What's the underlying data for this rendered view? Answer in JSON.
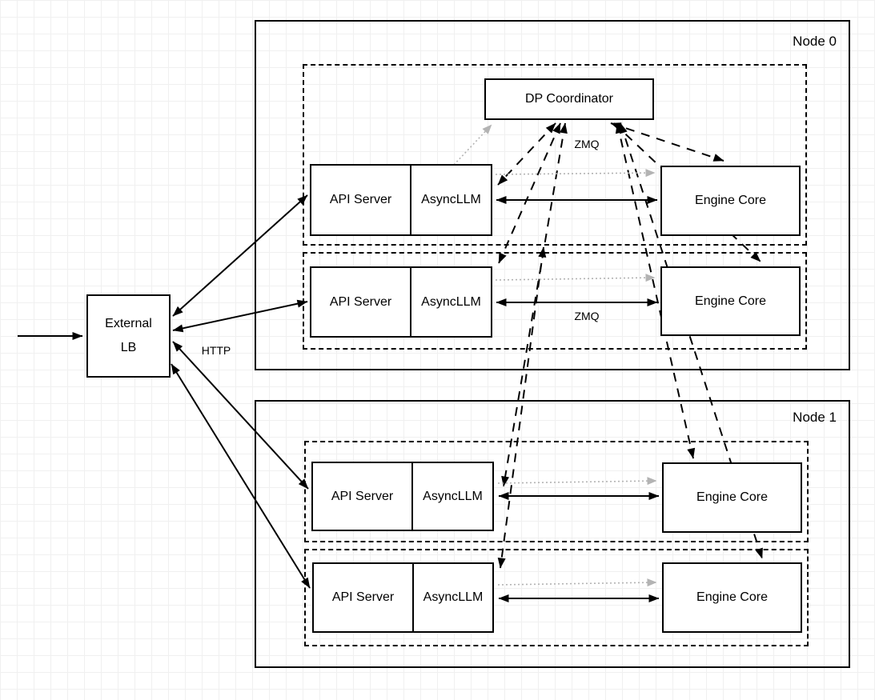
{
  "nodes": [
    {
      "label": "Node 0"
    },
    {
      "label": "Node 1"
    }
  ],
  "boxes": {
    "dp_coordinator": "DP Coordinator",
    "api_server": "API Server",
    "asyncllm": "AsyncLLM",
    "engine_core": "Engine Core",
    "external_lb": [
      "External",
      "LB"
    ]
  },
  "edge_labels": {
    "http": "HTTP",
    "zmq_coordinator": "ZMQ",
    "zmq_engine": "ZMQ"
  },
  "colors": {
    "stroke": "#000000",
    "dotted_gray": "#b3b3b3",
    "grid": "#f0f0f0",
    "box_fill": "#ffffff"
  },
  "connections": [
    {
      "from": "client",
      "to": "external-lb",
      "style": "solid-arrow"
    },
    {
      "from": "external-lb",
      "to": "api-server-0",
      "style": "solid-bidirectional",
      "label": "HTTP"
    },
    {
      "from": "external-lb",
      "to": "api-server-1",
      "style": "solid-bidirectional",
      "label": "HTTP"
    },
    {
      "from": "external-lb",
      "to": "api-server-2",
      "style": "solid-bidirectional",
      "label": "HTTP"
    },
    {
      "from": "external-lb",
      "to": "api-server-3",
      "style": "solid-bidirectional",
      "label": "HTTP"
    },
    {
      "from": "asyncllm-0",
      "to": "engine-core-0",
      "style": "solid-bidirectional",
      "label": "ZMQ"
    },
    {
      "from": "asyncllm-1",
      "to": "engine-core-1",
      "style": "solid-bidirectional",
      "label": "ZMQ"
    },
    {
      "from": "asyncllm-2",
      "to": "engine-core-2",
      "style": "solid-bidirectional",
      "label": "ZMQ"
    },
    {
      "from": "asyncllm-3",
      "to": "engine-core-3",
      "style": "solid-bidirectional",
      "label": "ZMQ"
    },
    {
      "from": "dp-coordinator",
      "to": "asyncllm-0",
      "style": "dashed-bidirectional",
      "label": "ZMQ"
    },
    {
      "from": "dp-coordinator",
      "to": "asyncllm-1",
      "style": "dashed-bidirectional",
      "label": "ZMQ"
    },
    {
      "from": "dp-coordinator",
      "to": "asyncllm-2",
      "style": "dashed-bidirectional",
      "label": "ZMQ"
    },
    {
      "from": "dp-coordinator",
      "to": "asyncllm-3",
      "style": "dashed-bidirectional",
      "label": "ZMQ"
    },
    {
      "from": "dp-coordinator",
      "to": "engine-core-0",
      "style": "dashed-bidirectional",
      "label": "ZMQ"
    },
    {
      "from": "dp-coordinator",
      "to": "engine-core-1",
      "style": "dashed-bidirectional",
      "label": "ZMQ"
    },
    {
      "from": "dp-coordinator",
      "to": "engine-core-2",
      "style": "dashed-bidirectional",
      "label": "ZMQ"
    },
    {
      "from": "dp-coordinator",
      "to": "engine-core-3",
      "style": "dashed-bidirectional",
      "label": "ZMQ"
    },
    {
      "from": "asyncllm-0",
      "to": "dp-coordinator",
      "style": "dotted-gray-arrow"
    },
    {
      "from": "asyncllm-0",
      "to": "engine-core-0",
      "style": "dotted-gray-arrow"
    },
    {
      "from": "asyncllm-1",
      "to": "engine-core-1",
      "style": "dotted-gray-arrow"
    },
    {
      "from": "asyncllm-2",
      "to": "engine-core-2",
      "style": "dotted-gray-arrow"
    },
    {
      "from": "asyncllm-3",
      "to": "engine-core-3",
      "style": "dotted-gray-arrow"
    }
  ]
}
